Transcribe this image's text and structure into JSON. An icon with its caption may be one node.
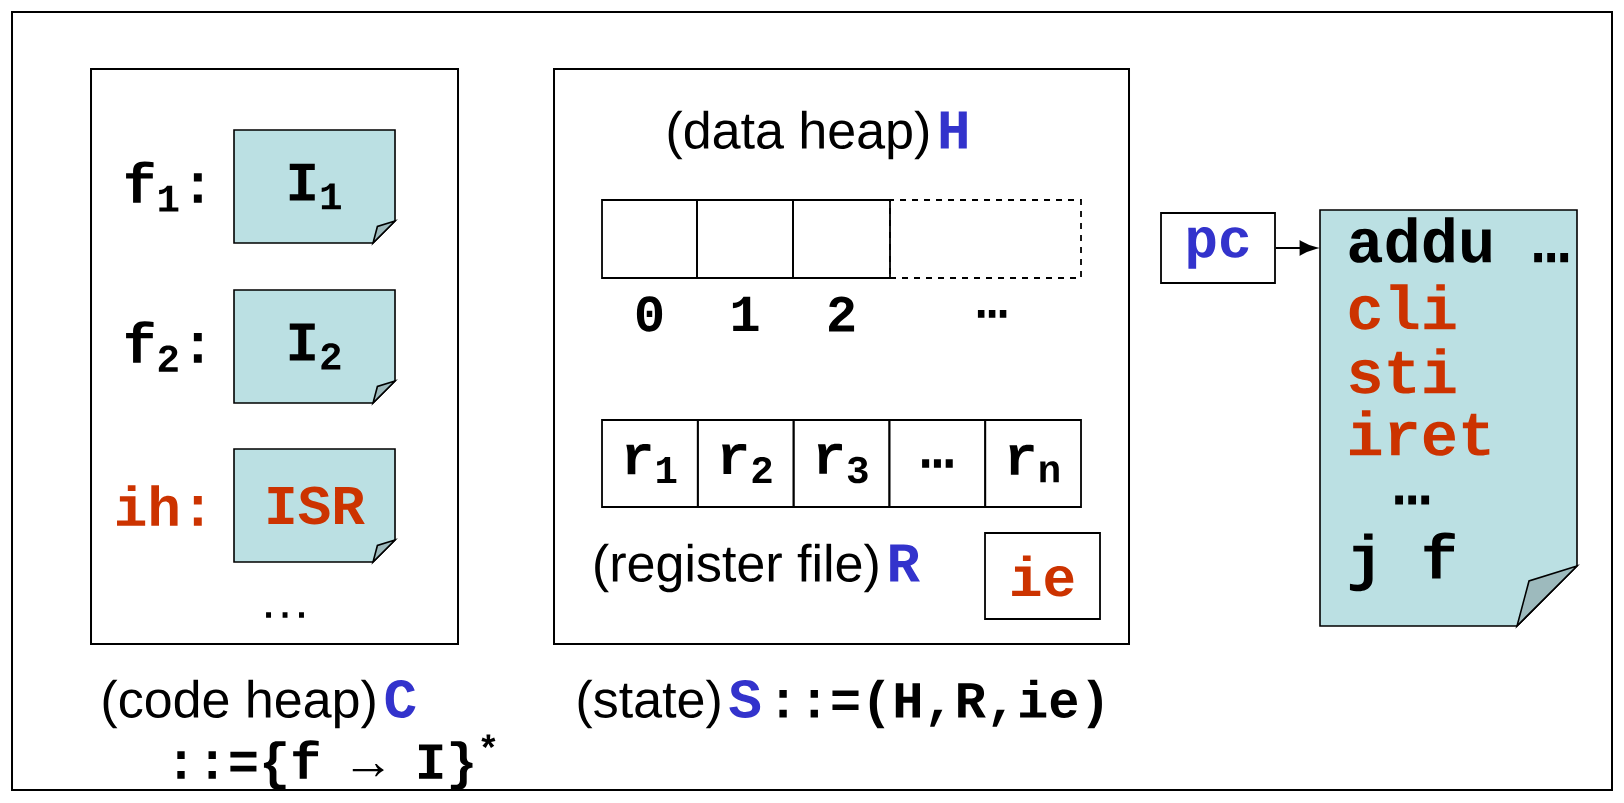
{
  "diagram": {
    "nodes": [
      {
        "text": [
          "…"
        ],
        "beside": [
          "(code heap)",
          "C",
          "::={f → I}$^{*}$"
        ]
      },
      {
        "text": [
          "I$_{1}$"
        ],
        "in": 0,
        "beside": [
          "f$_{1}$:"
        ]
      },
      {
        "text": [
          "I$_{2}$"
        ],
        "in": 0,
        "beside": [
          "f$_{2}$:"
        ]
      },
      {
        "text": [
          "ISR"
        ],
        "in": 0,
        "beside": [
          "ih:"
        ]
      },
      {
        "text": [
          "(data heap)",
          "H",
          "(register file)",
          "R"
        ],
        "beside": [
          "(state)",
          "S",
          "::=(H,R,ie)"
        ]
      },
      {
        "text": [],
        "shape": "box",
        "in": 4,
        "beside": [
          "0"
        ]
      },
      {
        "text": [],
        "shape": "box",
        "in": 4,
        "beside": [
          "1"
        ]
      },
      {
        "text": [],
        "shape": "box",
        "in": 4,
        "beside": [
          "2"
        ]
      },
      {
        "text": [],
        "shape": "box",
        "in": 4,
        "beside": [
          "…"
        ]
      },
      {
        "text": [
          "r$_{1}$"
        ],
        "in": 4
      },
      {
        "text": [
          "r$_{2}$"
        ],
        "in": 4
      },
      {
        "text": [
          "r$_{3}$"
        ],
        "in": 4
      },
      {
        "text": [
          "…"
        ],
        "in": 4
      },
      {
        "text": [
          "r$_{n}$"
        ],
        "in": 4
      },
      {
        "text": [
          "ie"
        ],
        "in": 4
      },
      {
        "text": [
          "pc"
        ]
      },
      {
        "text": [
          "addu …",
          "cli",
          "sti",
          "iret",
          "…",
          "j f"
        ]
      }
    ],
    "edges": [
      {
        "from": 15,
        "to": 16,
        "arrow": "to"
      }
    ]
  }
}
